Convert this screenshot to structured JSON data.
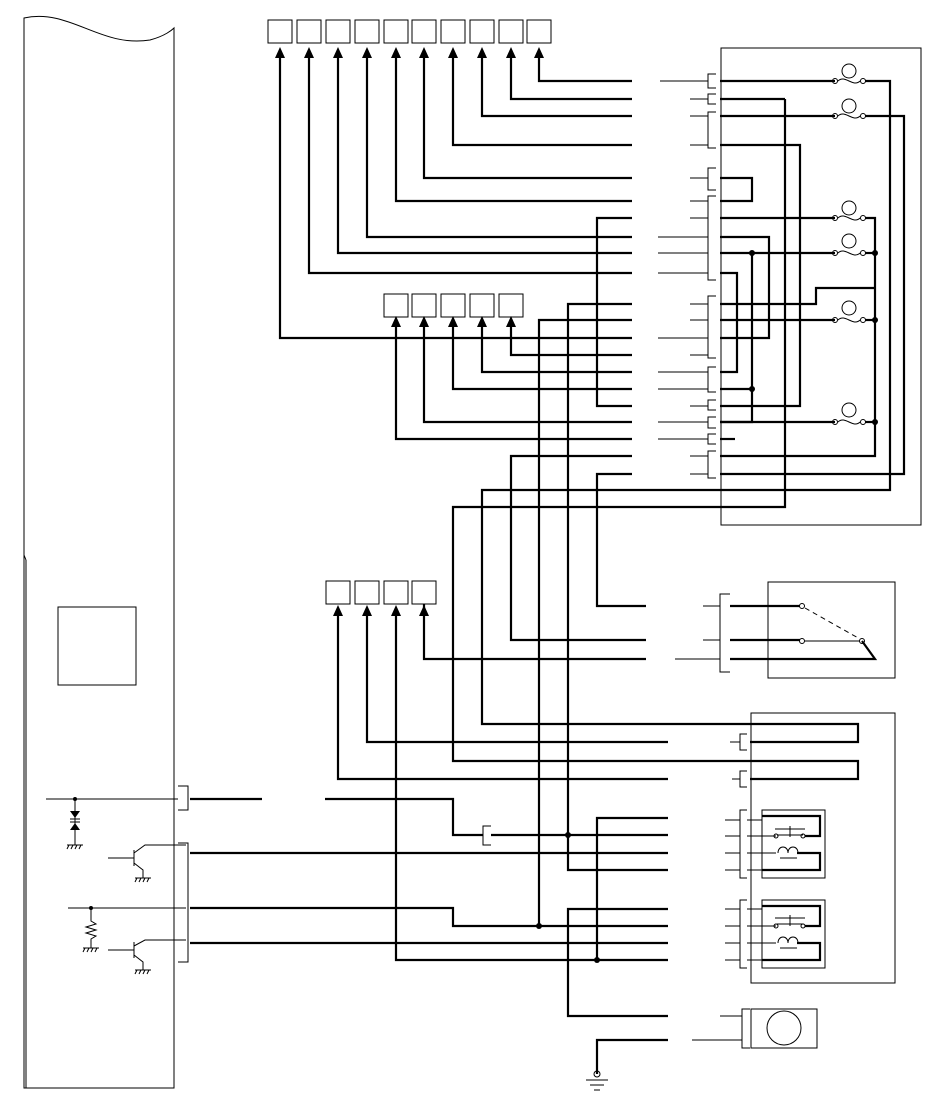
{
  "diagram": {
    "colors": {
      "ink": "#000000",
      "paper": "#ffffff"
    },
    "components": [
      "control-module",
      "top-connector-row",
      "middle-connector-row",
      "lower-connector-row",
      "lamp-assembly",
      "switch-assembly",
      "relay-assembly",
      "motor",
      "ground"
    ],
    "icons": [
      "lamp-icon",
      "relay-coil-icon",
      "diode-icon",
      "transistor-icon",
      "resistor-icon",
      "ground-icon",
      "motor-icon",
      "arrow-icon"
    ]
  }
}
